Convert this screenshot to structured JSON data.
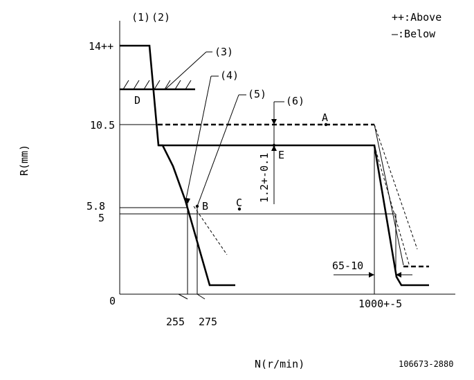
{
  "axes": {
    "y_label": "R(mm)",
    "x_label": "N(r/min)",
    "origin": "0",
    "y_ticks": [
      "14++",
      "10.5",
      "5.8",
      "5"
    ],
    "x_ticks": [
      "255",
      "275",
      "1000+-5"
    ]
  },
  "legend": {
    "above": "++:Above",
    "below": "—:Below"
  },
  "callouts": {
    "c1": "(1)",
    "c2": "(2)",
    "c3": "(3)",
    "c4": "(4)",
    "c5": "(5)",
    "c6": "(6)"
  },
  "points": {
    "A": "A",
    "B": "B",
    "C": "C",
    "D": "D",
    "E": "E"
  },
  "dimensions": {
    "offset": "1.2+-0.1",
    "droop": "65-10"
  },
  "doc_number": "106673-2880"
}
